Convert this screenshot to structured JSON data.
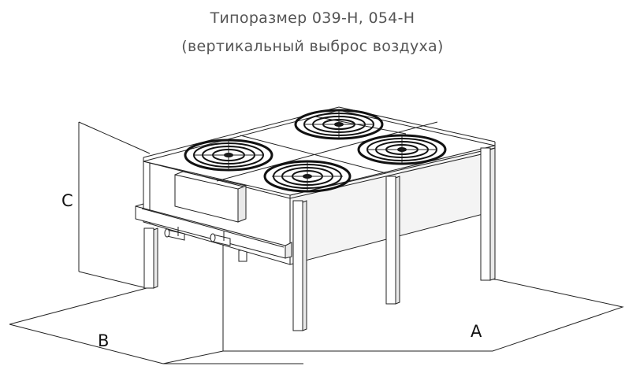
{
  "title": {
    "line1": "Типоразмер 039-H, 054-H",
    "line2": "(вертикальный выброс воздуха)"
  },
  "dimensions": {
    "a": "A",
    "b": "B",
    "c": "C"
  },
  "colors": {
    "title_text": "#555555",
    "line": "#222222",
    "background": "#ffffff"
  }
}
